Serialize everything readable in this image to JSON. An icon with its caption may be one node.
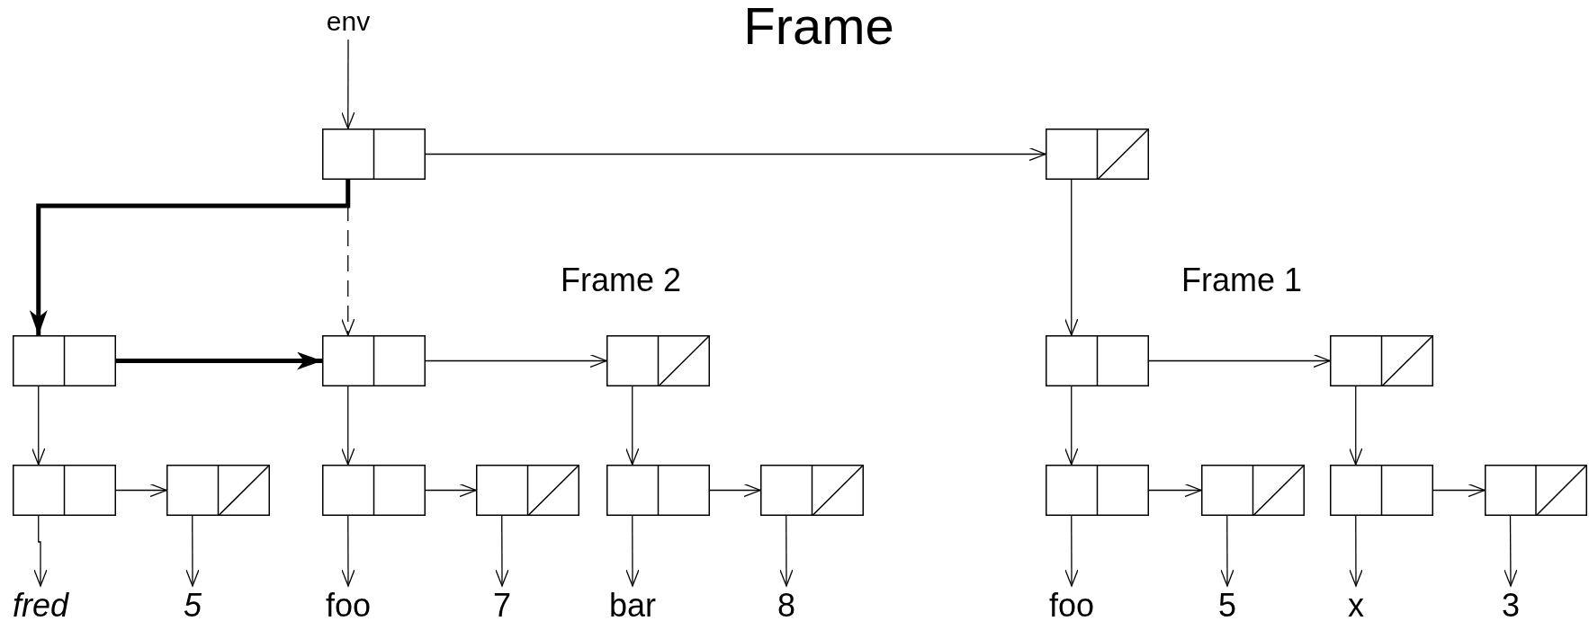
{
  "diagram": {
    "title": "Frame",
    "nodes": [
      {
        "text": [
          "env"
        ]
      },
      {
        "text": [],
        "shape": "box"
      },
      {
        "text": [],
        "shape": "box"
      },
      {
        "text": [],
        "shape": "box"
      },
      {
        "text": [],
        "shape": "box"
      },
      {
        "text": [],
        "shape": "box"
      },
      {
        "text": [],
        "shape": "box"
      },
      {
        "text": [],
        "shape": "box"
      },
      {
        "text": [],
        "shape": "box"
      },
      {
        "text": [],
        "shape": "box"
      },
      {
        "text": [],
        "shape": "box"
      },
      {
        "text": [],
        "shape": "box"
      },
      {
        "text": [],
        "shape": "box"
      },
      {
        "text": [],
        "shape": "box"
      },
      {
        "text": [],
        "shape": "box"
      },
      {
        "text": [],
        "shape": "box"
      },
      {
        "text": [],
        "shape": "box"
      },
      {
        "text": [],
        "shape": "box"
      },
      {
        "text": [
          "fred"
        ]
      },
      {
        "text": [
          "5"
        ]
      },
      {
        "text": [
          "foo"
        ]
      },
      {
        "text": [
          "7"
        ]
      },
      {
        "text": [
          "bar"
        ]
      },
      {
        "text": [
          "8"
        ]
      },
      {
        "text": [
          "foo"
        ]
      },
      {
        "text": [
          "5"
        ]
      },
      {
        "text": [
          "x"
        ]
      },
      {
        "text": [
          "3"
        ]
      }
    ],
    "edges": [
      {
        "from": 0,
        "to": 1,
        "arrow": "to"
      },
      {
        "from": 1,
        "to": 2,
        "arrow": "to"
      },
      {
        "from": 1,
        "to": 3,
        "arrow": "to",
        "style": "thick"
      },
      {
        "from": 1,
        "to": 4,
        "arrow": "to",
        "style": "dashed"
      },
      {
        "from": 3,
        "to": 4,
        "arrow": "to",
        "style": "thick"
      },
      {
        "from": 2,
        "to": 6,
        "arrow": "to"
      },
      {
        "from": 4,
        "to": 5,
        "arrow": "to"
      },
      {
        "from": 6,
        "to": 7,
        "arrow": "to"
      },
      {
        "from": 3,
        "to": 8,
        "arrow": "to"
      },
      {
        "from": 4,
        "to": 10,
        "arrow": "to"
      },
      {
        "from": 5,
        "to": 12,
        "arrow": "to"
      },
      {
        "from": 6,
        "to": 14,
        "arrow": "to"
      },
      {
        "from": 7,
        "to": 16,
        "arrow": "to"
      },
      {
        "from": 8,
        "to": 9,
        "arrow": "to"
      },
      {
        "from": 10,
        "to": 11,
        "arrow": "to"
      },
      {
        "from": 12,
        "to": 13,
        "arrow": "to"
      },
      {
        "from": 14,
        "to": 15,
        "arrow": "to"
      },
      {
        "from": 16,
        "to": 17,
        "arrow": "to"
      },
      {
        "from": 8,
        "to": 18,
        "arrow": "to"
      },
      {
        "from": 9,
        "to": 19,
        "arrow": "to"
      },
      {
        "from": 10,
        "to": 20,
        "arrow": "to"
      },
      {
        "from": 11,
        "to": 21,
        "arrow": "to"
      },
      {
        "from": 12,
        "to": 22,
        "arrow": "to"
      },
      {
        "from": 13,
        "to": 23,
        "arrow": "to"
      },
      {
        "from": 14,
        "to": 24,
        "arrow": "to"
      },
      {
        "from": 15,
        "to": 25,
        "arrow": "to"
      },
      {
        "from": 16,
        "to": 26,
        "arrow": "to"
      },
      {
        "from": 17,
        "to": 27,
        "arrow": "to"
      }
    ],
    "labels": [
      "Frame 2",
      "Frame 1"
    ]
  }
}
